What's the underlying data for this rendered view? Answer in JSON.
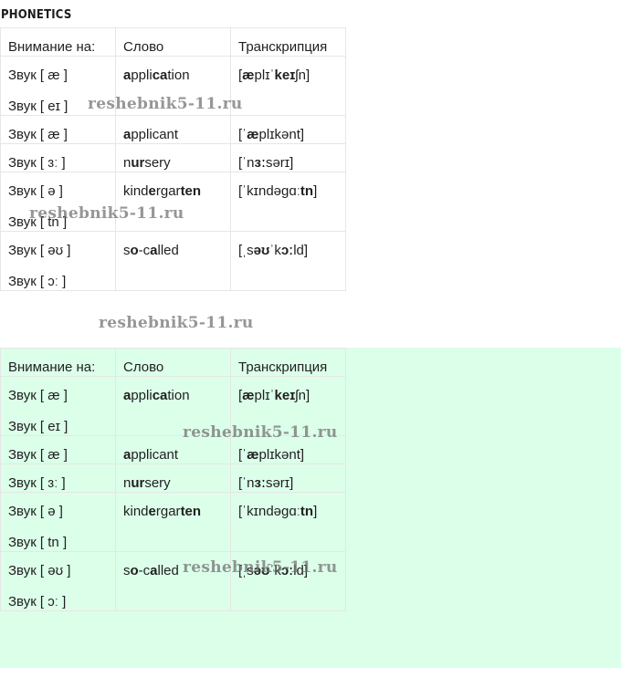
{
  "heading": "PHONETICS",
  "watermark": "reshebnik5-11.ru",
  "headers": [
    "Внимание на:",
    "Слово",
    "Транскрипция"
  ],
  "rows": [
    {
      "sounds": [
        "Звук [ æ ]",
        "Звук [ eɪ ]"
      ],
      "word": [
        [
          "a",
          true
        ],
        [
          "ppli",
          false
        ],
        [
          "ca",
          true
        ],
        [
          "tion",
          false
        ]
      ],
      "trans": [
        [
          "[",
          false
        ],
        [
          "æ",
          true
        ],
        [
          "plɪˈ",
          false
        ],
        [
          "keɪ",
          true
        ],
        [
          "ʃn]",
          false
        ]
      ]
    },
    {
      "sounds": [
        "Звук [ æ ]"
      ],
      "word": [
        [
          "a",
          true
        ],
        [
          "pplicant",
          false
        ]
      ],
      "trans": [
        [
          "[ˈ",
          false
        ],
        [
          "æ",
          true
        ],
        [
          "plɪkənt]",
          false
        ]
      ]
    },
    {
      "sounds": [
        "Звук [ ɜː ]"
      ],
      "word": [
        [
          "n",
          false
        ],
        [
          "ur",
          true
        ],
        [
          "sery",
          false
        ]
      ],
      "trans": [
        [
          "[ˈn",
          false
        ],
        [
          "ɜː",
          true
        ],
        [
          "sərɪ]",
          false
        ]
      ]
    },
    {
      "sounds": [
        "Звук [ ə ]",
        "Звук [ tn ]"
      ],
      "word": [
        [
          "kind",
          false
        ],
        [
          "e",
          true
        ],
        [
          "rgar",
          false
        ],
        [
          "ten",
          true
        ]
      ],
      "trans": [
        [
          "[ˈkɪndəgɑː",
          false
        ],
        [
          "tn",
          true
        ],
        [
          "]",
          false
        ]
      ]
    },
    {
      "sounds": [
        "Звук [ əʊ ]",
        "Звук [ ɔː ]"
      ],
      "word": [
        [
          "s",
          false
        ],
        [
          "o",
          true
        ],
        [
          "-c",
          false
        ],
        [
          "a",
          true
        ],
        [
          "lled",
          false
        ]
      ],
      "trans": [
        [
          "[ˌs",
          false
        ],
        [
          "əʊ",
          true
        ],
        [
          "ˈk",
          false
        ],
        [
          "ɔː",
          true
        ],
        [
          "ld]",
          false
        ]
      ]
    }
  ]
}
